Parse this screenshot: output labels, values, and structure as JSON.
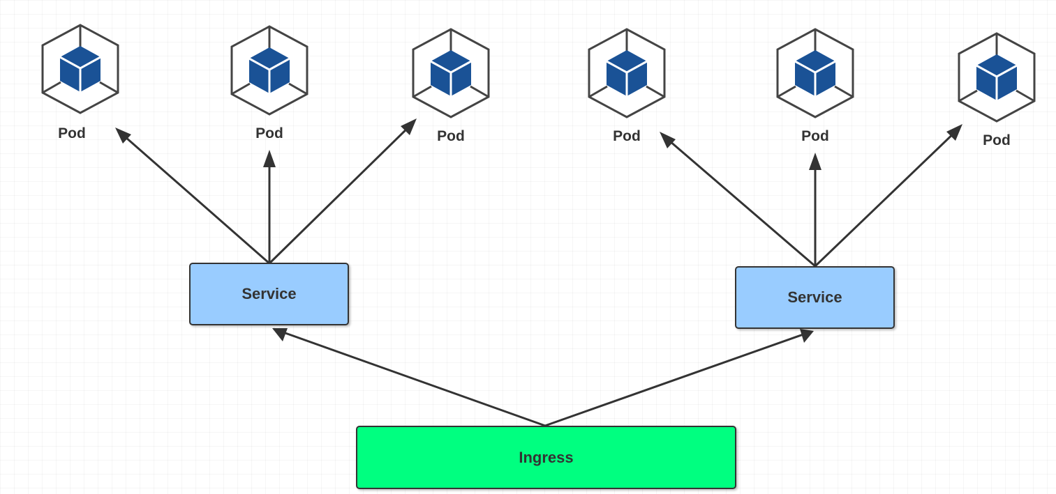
{
  "diagram": {
    "pods": [
      {
        "label": "Pod"
      },
      {
        "label": "Pod"
      },
      {
        "label": "Pod"
      },
      {
        "label": "Pod"
      },
      {
        "label": "Pod"
      },
      {
        "label": "Pod"
      }
    ],
    "services": [
      {
        "label": "Service"
      },
      {
        "label": "Service"
      }
    ],
    "ingress": {
      "label": "Ingress"
    },
    "colors": {
      "service_fill": "#99ccff",
      "ingress_fill": "#00ff80",
      "cube_fill": "#1a5296",
      "stroke": "#333333"
    },
    "edges": [
      {
        "from": "ingress",
        "to": "service-1"
      },
      {
        "from": "ingress",
        "to": "service-2"
      },
      {
        "from": "service-1",
        "to": "pod-1"
      },
      {
        "from": "service-1",
        "to": "pod-2"
      },
      {
        "from": "service-1",
        "to": "pod-3"
      },
      {
        "from": "service-2",
        "to": "pod-4"
      },
      {
        "from": "service-2",
        "to": "pod-5"
      },
      {
        "from": "service-2",
        "to": "pod-6"
      }
    ]
  }
}
